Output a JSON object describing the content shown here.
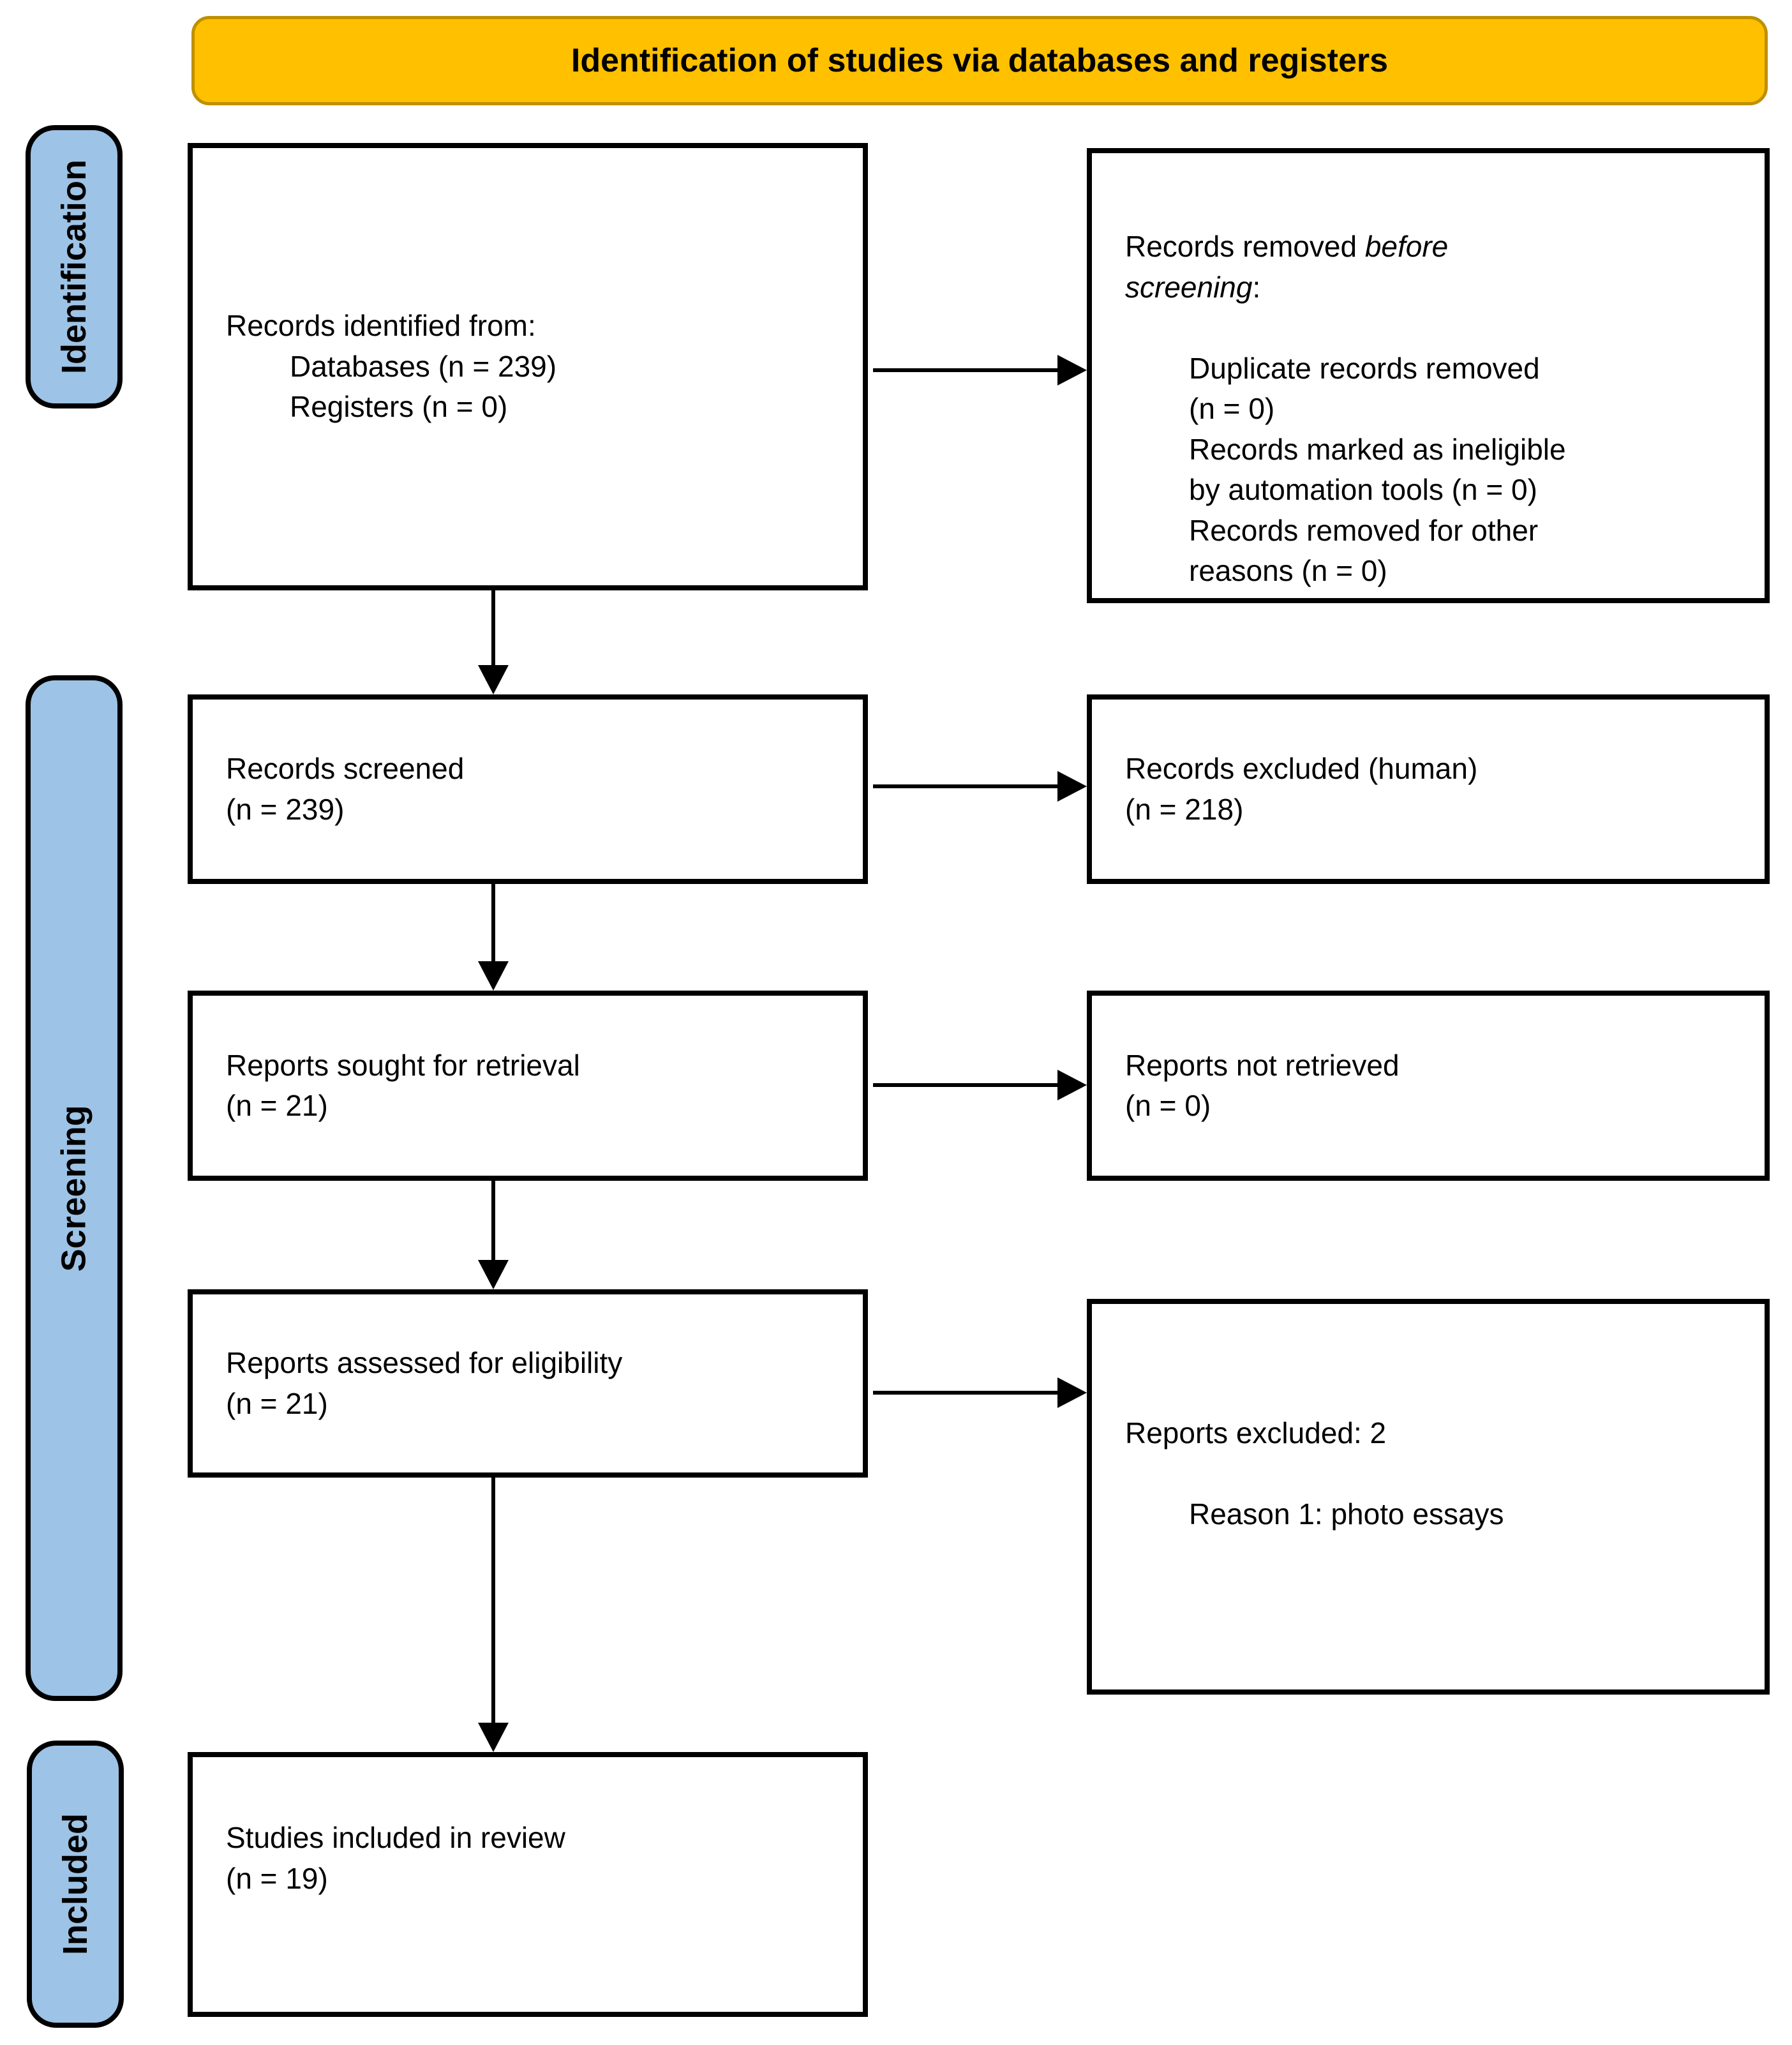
{
  "title": {
    "banner": "Identification of studies via databases and registers"
  },
  "sidebar": {
    "identification": "Identification",
    "screening": "Screening",
    "included": "Included"
  },
  "boxes": {
    "records_identified": {
      "head": "Records identified from:",
      "detail": "Databases (n = 239)\nRegisters (n = 0)"
    },
    "records_removed": {
      "head_prefix": "Records removed ",
      "head_italic": "before\nscreening",
      "head_suffix": ":",
      "detail": "Duplicate records removed\n(n = 0)\nRecords marked as ineligible\nby automation tools (n = 0)\nRecords removed for other\nreasons (n = 0)"
    },
    "records_screened": {
      "text": "Records screened\n(n = 239)"
    },
    "records_excluded": {
      "text": "Records excluded (human)\n(n = 218)"
    },
    "reports_sought": {
      "text": "Reports sought for retrieval\n(n = 21)"
    },
    "reports_not_retrieved": {
      "text": "Reports not retrieved\n(n = 0)"
    },
    "reports_assessed": {
      "text": "Reports assessed for eligibility\n(n = 21)"
    },
    "reports_excluded": {
      "head": "Reports excluded: 2",
      "detail": "Reason 1: photo essays"
    },
    "studies_included": {
      "text": "Studies included in review\n(n = 19)"
    }
  },
  "colors": {
    "banner_fill": "#FFC000",
    "banner_border": "#BF9000",
    "stage_fill": "#9DC3E6",
    "line": "#000000"
  }
}
